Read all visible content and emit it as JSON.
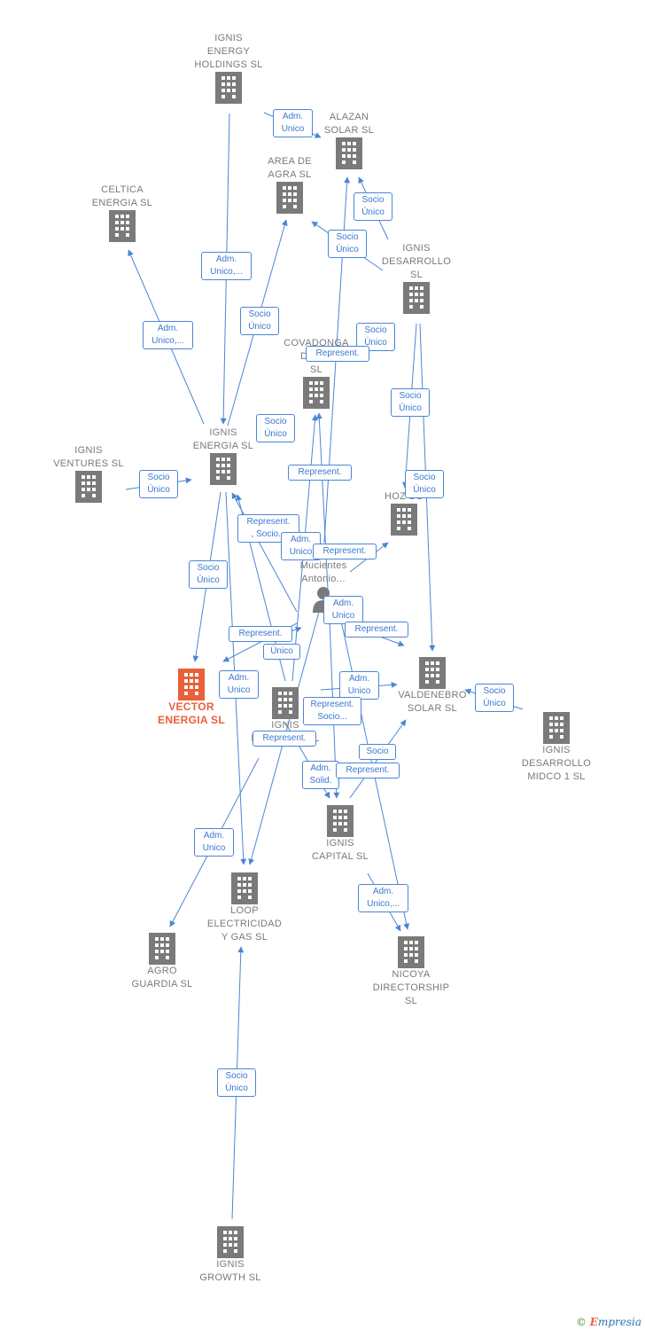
{
  "colors": {
    "edge": "#4a86d6",
    "building": "#7a7a7a",
    "focus": "#e8613a",
    "label_text": "#7a7a7a"
  },
  "nodes": {
    "ignis_energy_holdings": "IGNIS\nENERGY\nHOLDINGS  SL",
    "alazan_solar": "ALAZAN\nSOLAR  SL",
    "area_de_agra": "AREA DE\nAGRA  SL",
    "celtica_energia": "CELTICA\nENERGIA SL",
    "ignis_desarrollo": "IGNIS\nDESARROLLO\nSL",
    "covadonga_directorship": "COVADONGA\nDIREC\nSL",
    "ignis_energia": "IGNIS\nENERGIA  SL",
    "ignis_ventures": "IGNIS\nVENTURES  SL",
    "hoz_solar": "HOZ SO",
    "person": "eira\nMucientes\nAntonio...",
    "vector_energia": "VECTOR\nENERGIA  SL",
    "ignis_holdings": "IGNIS\nHOLDINGS  SL",
    "valdenebro_solar": "VALDENEBRO\nSOLAR SL",
    "ignis_desarrollo_midco": "IGNIS\nDESARROLLO\nMIDCO 1  SL",
    "ignis_capital": "IGNIS\nCAPITAL  SL",
    "loop_electricidad": "LOOP\nELECTRICIDAD\nY GAS  SL",
    "agro_guardia": "AGRO\nGUARDIA SL",
    "nicoya_directorship": "NICOYA\nDIRECTORSHIP\nSL",
    "ignis_growth": "IGNIS\nGROWTH  SL"
  },
  "edge_labels": [
    "Adm.\nUnico",
    "Socio\nÚnico",
    "Socio\nÚnico",
    "Adm.\nUnico,...",
    "Socio\nÚnico",
    "Adm.\nUnico,...",
    "Socio\nÚnico",
    "Represent.",
    "Socio\nÚnico",
    "Socio\nÚnico",
    "Socio\nÚnico",
    "Represent.",
    "Socio\nÚnico",
    "Represent.\n, Socio...",
    "Adm.\nUnico",
    "Represent.",
    "Socio\nÚnico",
    "Adm.\nUnico",
    "Represent.",
    "Represent.",
    "Único",
    "Adm.\nUnico",
    "Adm.\nUnico",
    "Socio\nÚnico",
    "Represent.\nSocio...",
    "Represent.",
    "Socio",
    "Adm.\nSolid.",
    "Represent.",
    "Adm.\nUnico",
    "Adm.\nUnico,...",
    "Socio\nÚnico"
  ],
  "brand": {
    "copyright": "©",
    "e": "E",
    "rest": "mpresia"
  }
}
